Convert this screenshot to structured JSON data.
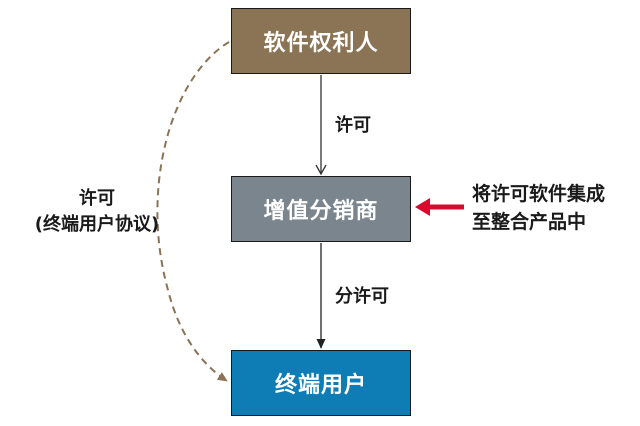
{
  "colors": {
    "rights_holder_fill": "#8b7355",
    "vad_fill": "#7a858e",
    "end_user_fill": "#0f7db5",
    "arrow_red": "#d80b2e",
    "dashed_line": "#8b7355",
    "solid_line": "#333333"
  },
  "nodes": {
    "rights_holder": "软件权利人",
    "vad": "增值分销商",
    "end_user": "终端用户"
  },
  "edges": {
    "rights_to_vad_label": "许可",
    "vad_to_user_label": "分许可",
    "rights_to_user_label_line1": "许可",
    "rights_to_user_label_line2": "(终端用户协议)"
  },
  "annotation": {
    "line1": "将许可软件集成",
    "line2": "至整合产品中"
  }
}
